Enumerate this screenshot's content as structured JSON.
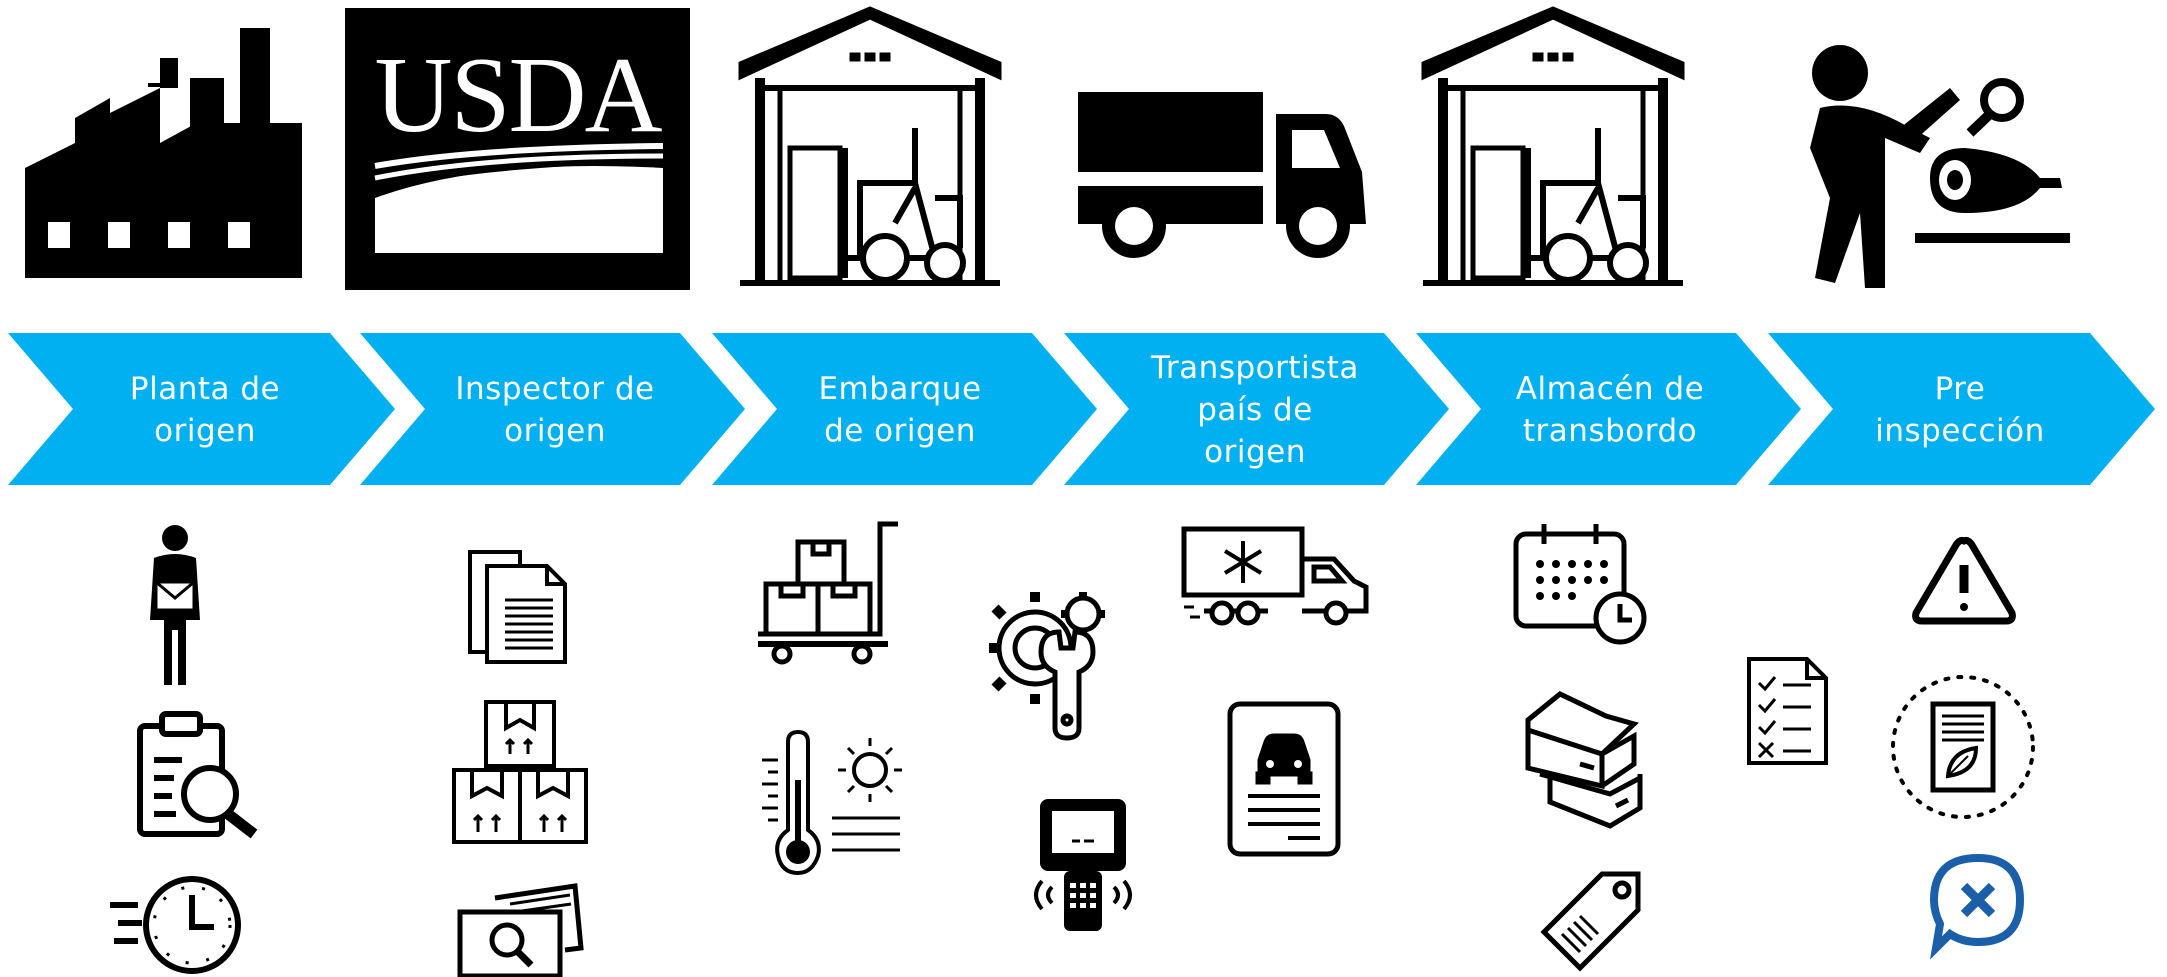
{
  "steps": [
    {
      "label": "Planta de origen"
    },
    {
      "label": "Inspector de origen"
    },
    {
      "label": "Embarque de origen"
    },
    {
      "label": "Transportista país de origen"
    },
    {
      "label": "Almacén de transbordo"
    },
    {
      "label": "Pre inspección"
    }
  ],
  "logo": {
    "text": "USDA"
  },
  "colors": {
    "chevron": "#00B0F0",
    "icon": "#000000",
    "accent_icon": "#1B5FA8"
  },
  "top_icons": [
    "factory-icon",
    "usda-logo",
    "warehouse-forklift-icon",
    "truck-icon",
    "warehouse-forklift-icon",
    "worker-inspecting-ham-icon"
  ],
  "bottom_icons": [
    [
      "person-with-envelope-icon",
      "clipboard-search-icon",
      "fast-clock-icon"
    ],
    [
      "documents-icon",
      "stacked-boxes-icon",
      "image-search-icon"
    ],
    [
      "hand-truck-boxes-icon",
      "thermometer-sun-icon"
    ],
    [
      "gear-wrench-icon",
      "handheld-scanner-icon"
    ],
    [
      "refrigerated-truck-icon",
      "vehicle-document-icon"
    ],
    [
      "calendar-clock-icon",
      "open-boxes-icon",
      "price-tag-icon"
    ],
    [
      "checklist-icon"
    ],
    [
      "warning-icon",
      "certificate-document-icon",
      "rejection-bubble-icon"
    ]
  ]
}
